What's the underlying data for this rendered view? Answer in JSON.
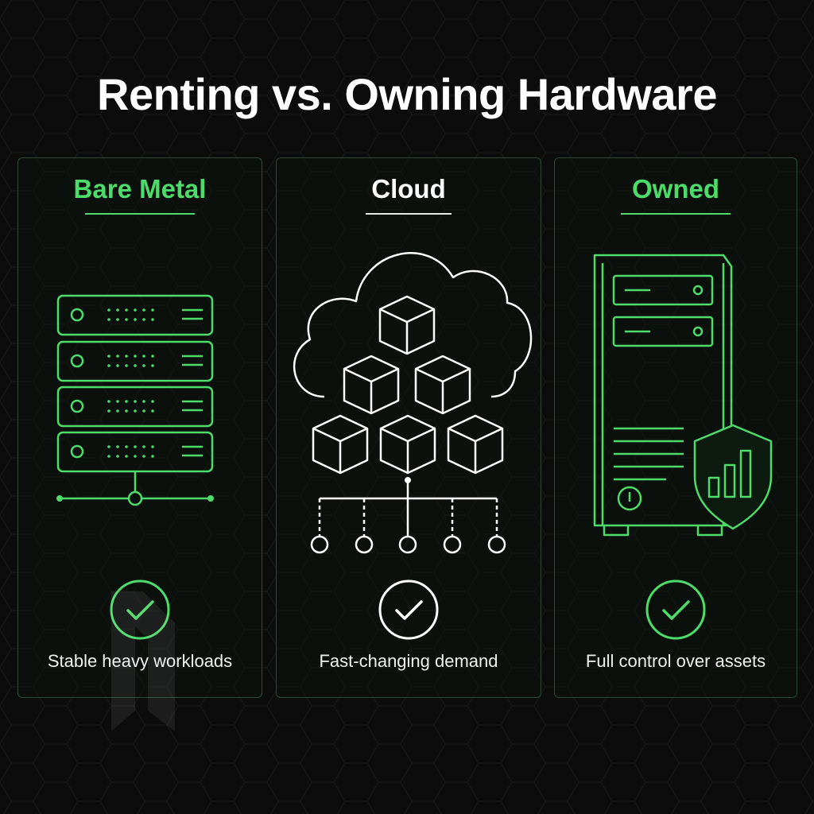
{
  "title": "Renting vs. Owning Hardware",
  "colors": {
    "accent_green": "#4ddb6a",
    "white": "#ffffff",
    "background": "#0b0c0b",
    "panel_border": "#2b4a33"
  },
  "panels": [
    {
      "title": "Bare Metal",
      "caption": "Stable heavy workloads",
      "illustration": "server-rack-icon",
      "check": "check-circle-icon"
    },
    {
      "title": "Cloud",
      "caption": "Fast-changing demand",
      "illustration": "cloud-cubes-icon",
      "check": "check-circle-icon"
    },
    {
      "title": "Owned",
      "caption": "Full control over assets",
      "illustration": "tower-server-shield-icon",
      "check": "check-circle-icon"
    }
  ]
}
